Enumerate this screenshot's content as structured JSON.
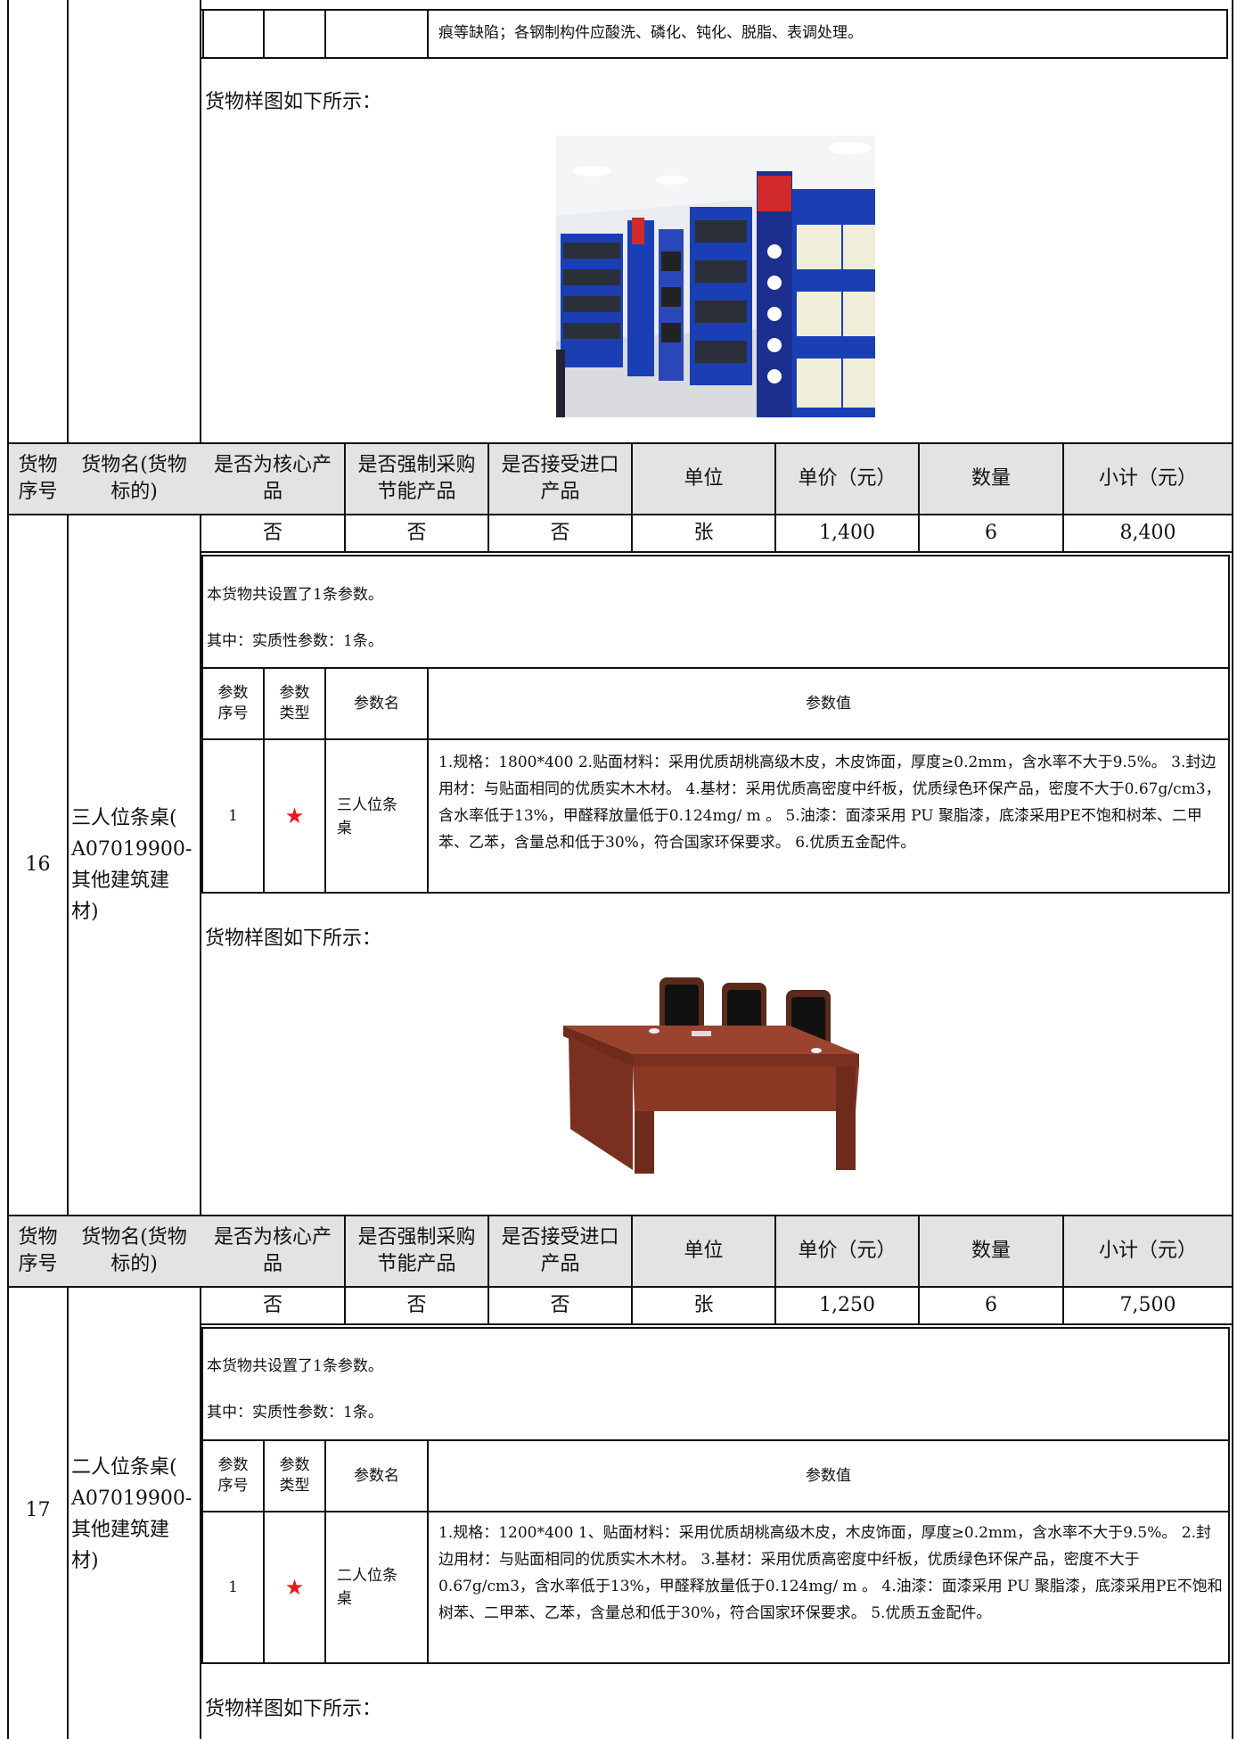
{
  "top": {
    "fragment_text": "痕等缺陷；各钢制构件应酸洗、磷化、钝化、脱脂、表调处理。",
    "sample_label": "货物样图如下所示："
  },
  "header": {
    "seq": "货物\n序号",
    "name": "货物名(货物\n标的)",
    "core": "是否为核心产\n品",
    "forced": "是否强制采购\n节能产品",
    "import": "是否接受进口\n产品",
    "unit": "单位",
    "price": "单价（元）",
    "qty": "数量",
    "subtotal": "小计（元）"
  },
  "param_header": {
    "seq": "参数\n序号",
    "type": "参数\n类型",
    "name": "参数名",
    "value": "参数值"
  },
  "items": [
    {
      "seq": "16",
      "name": "三人位条桌(\nA07019900-\n其他建筑建\n材)",
      "core": "否",
      "forced": "否",
      "import": "否",
      "unit": "张",
      "price": "1,400",
      "qty": "6",
      "subtotal": "8,400",
      "param_note1": "本货物共设置了1条参数。",
      "param_note2": "其中：实质性参数：1条。",
      "param": {
        "seq": "1",
        "type_icon": "star-icon",
        "type_symbol": "★",
        "name": "三人位条\n桌",
        "value": "1.规格：1800*400 2.贴面材料：采用优质胡桃高级木皮，木皮饰面，厚度≥0.2mm，含水率不大于9.5%。 3.封边用材：与贴面相同的优质实木木材。 4.基材：采用优质高密度中纤板，优质绿色环保产品，密度不大于0.67g/cm3，含水率低于13%，甲醛释放量低于0.124mg/ m 。 5.油漆：面漆采用 PU 聚脂漆，底漆采用PE不饱和树苯、二甲苯、乙苯，含量总和低于30%，符合国家环保要求。 6.优质五金配件。"
      },
      "sample_label": "货物样图如下所示："
    },
    {
      "seq": "17",
      "name": "二人位条桌(\nA07019900-\n其他建筑建\n材)",
      "core": "否",
      "forced": "否",
      "import": "否",
      "unit": "张",
      "price": "1,250",
      "qty": "6",
      "subtotal": "7,500",
      "param_note1": "本货物共设置了1条参数。",
      "param_note2": "其中：实质性参数：1条。",
      "param": {
        "seq": "1",
        "type_icon": "star-icon",
        "type_symbol": "★",
        "name": "二人位条\n桌",
        "value": "1.规格：1200*400 1、贴面材料：采用优质胡桃高级木皮，木皮饰面，厚度≥0.2mm，含水率不大于9.5%。 2.封边用材：与贴面相同的优质实木木材。 3.基材：采用优质高密度中纤板，优质绿色环保产品，密度不大于0.67g/cm3，含水率低于13%，甲醛释放量低于0.124mg/ m 。 4.油漆：面漆采用 PU 聚脂漆，底漆采用PE不饱和树苯、二甲苯、乙苯，含量总和低于30%，符合国家环保要求。 5.优质五金配件。"
      },
      "sample_label": "货物样图如下所示："
    }
  ],
  "colors": {
    "header_bg": "#e3e3e3",
    "star": "#e81818",
    "shelf_blue": "#1a3fb5",
    "desk_wood": "#8a3a24"
  }
}
